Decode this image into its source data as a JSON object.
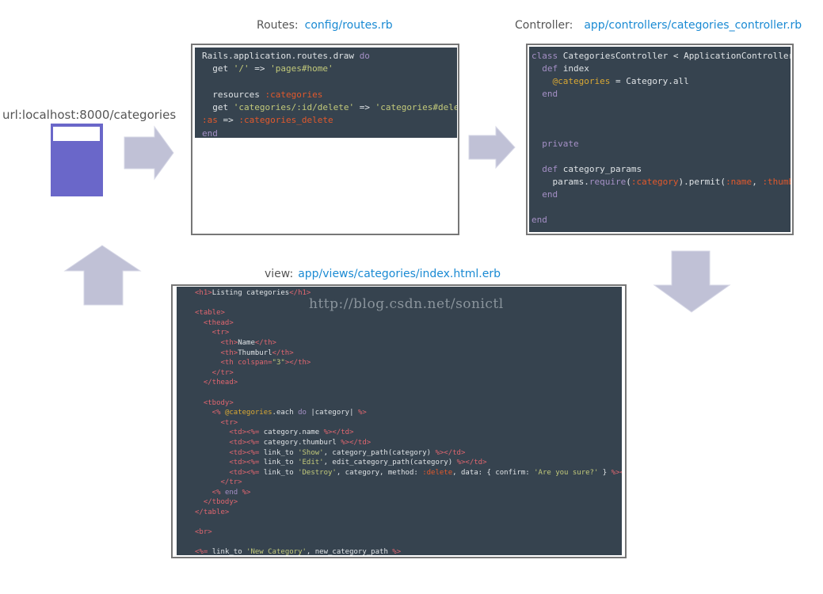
{
  "labels": {
    "url": "url:localhost:8000/categories",
    "routes_prefix": "Routes:",
    "routes_file": "config/routes.rb",
    "controller_prefix": "Controller:",
    "controller_file": "app/controllers/categories_controller.rb",
    "view_prefix": "view:",
    "view_file": "app/views/categories/index.html.erb"
  },
  "watermark": "http://blog.csdn.net/sonictl",
  "colors": {
    "page_icon": "#6a67c9",
    "arrow": "#c0c1d6",
    "code_bg": "#36434f",
    "link": "#1a8ad3"
  },
  "routes_code": [
    [
      [
        "Rails.application.routes.draw ",
        "p"
      ],
      [
        "do",
        "k"
      ]
    ],
    [
      [
        "  get ",
        "p"
      ],
      [
        "'/'",
        "s"
      ],
      [
        " => ",
        "p"
      ],
      [
        "'pages#home'",
        "s"
      ]
    ],
    [],
    [
      [
        "  resources ",
        "p"
      ],
      [
        ":categories",
        "y"
      ]
    ],
    [
      [
        "  get ",
        "p"
      ],
      [
        "'categories/:id/delete'",
        "s"
      ],
      [
        " => ",
        "p"
      ],
      [
        "'categories#delete'",
        "s"
      ],
      [
        ",",
        "p"
      ]
    ],
    [
      [
        ":as",
        "y"
      ],
      [
        " => ",
        "p"
      ],
      [
        ":categories_delete",
        "y"
      ]
    ],
    [
      [
        "end",
        "k"
      ]
    ]
  ],
  "controller_code": [
    [
      [
        "class ",
        "k"
      ],
      [
        "CategoriesController < ApplicationController",
        "p"
      ]
    ],
    [
      [
        "  def ",
        "k"
      ],
      [
        "index",
        "p"
      ]
    ],
    [
      [
        "    ",
        "p"
      ],
      [
        "@categories",
        "i"
      ],
      [
        " = Category.all",
        "p"
      ]
    ],
    [
      [
        "  end",
        "k"
      ]
    ],
    [],
    [],
    [],
    [
      [
        "  private",
        "k"
      ]
    ],
    [],
    [
      [
        "  def ",
        "k"
      ],
      [
        "category_params",
        "p"
      ]
    ],
    [
      [
        "    params.",
        "p"
      ],
      [
        "require",
        "k"
      ],
      [
        "(",
        "p"
      ],
      [
        ":category",
        "y"
      ],
      [
        ").permit(",
        "p"
      ],
      [
        ":name",
        "y"
      ],
      [
        ", ",
        "p"
      ],
      [
        ":thumburl",
        "y"
      ],
      [
        ")",
        "p"
      ]
    ],
    [
      [
        "  end",
        "k"
      ]
    ],
    [],
    [
      [
        "end",
        "k"
      ]
    ]
  ],
  "view_code": [
    [
      [
        "<h1>",
        "t"
      ],
      [
        "Listing categories",
        "p"
      ],
      [
        "</h1>",
        "t"
      ]
    ],
    [],
    [
      [
        "<table>",
        "t"
      ]
    ],
    [
      [
        "  <thead>",
        "t"
      ]
    ],
    [
      [
        "    <tr>",
        "t"
      ]
    ],
    [
      [
        "      <th>",
        "t"
      ],
      [
        "Name",
        "p"
      ],
      [
        "</th>",
        "t"
      ]
    ],
    [
      [
        "      <th>",
        "t"
      ],
      [
        "Thumburl",
        "p"
      ],
      [
        "</th>",
        "t"
      ]
    ],
    [
      [
        "      <th colspan=",
        "t"
      ],
      [
        "\"3\"",
        "s"
      ],
      [
        "></th>",
        "t"
      ]
    ],
    [
      [
        "    </tr>",
        "t"
      ]
    ],
    [
      [
        "  </thead>",
        "t"
      ]
    ],
    [],
    [
      [
        "  <tbody>",
        "t"
      ]
    ],
    [
      [
        "    <% ",
        "e"
      ],
      [
        "@categories",
        "i"
      ],
      [
        ".each ",
        "p"
      ],
      [
        "do",
        "k"
      ],
      [
        " |category| ",
        "p"
      ],
      [
        "%>",
        "e"
      ]
    ],
    [
      [
        "      <tr>",
        "t"
      ]
    ],
    [
      [
        "        <td><%= ",
        "t"
      ],
      [
        "category.name ",
        "p"
      ],
      [
        "%></td>",
        "t"
      ]
    ],
    [
      [
        "        <td><%= ",
        "t"
      ],
      [
        "category.thumburl ",
        "p"
      ],
      [
        "%></td>",
        "t"
      ]
    ],
    [
      [
        "        <td><%= ",
        "t"
      ],
      [
        "link_to ",
        "p"
      ],
      [
        "'Show'",
        "s"
      ],
      [
        ", category_path(category) ",
        "p"
      ],
      [
        "%></td>",
        "t"
      ]
    ],
    [
      [
        "        <td><%= ",
        "t"
      ],
      [
        "link_to ",
        "p"
      ],
      [
        "'Edit'",
        "s"
      ],
      [
        ", edit_category_path(category) ",
        "p"
      ],
      [
        "%></td>",
        "t"
      ]
    ],
    [
      [
        "        <td><%= ",
        "t"
      ],
      [
        "link_to ",
        "p"
      ],
      [
        "'Destroy'",
        "s"
      ],
      [
        ", category, method: ",
        "p"
      ],
      [
        ":delete",
        "y"
      ],
      [
        ", data: { confirm: ",
        "p"
      ],
      [
        "'Are you sure?'",
        "s"
      ],
      [
        " } ",
        "p"
      ],
      [
        "%></td>",
        "t"
      ]
    ],
    [
      [
        "      </tr>",
        "t"
      ]
    ],
    [
      [
        "    <% ",
        "e"
      ],
      [
        "end",
        "k"
      ],
      [
        " %>",
        "e"
      ]
    ],
    [
      [
        "  </tbody>",
        "t"
      ]
    ],
    [
      [
        "</table>",
        "t"
      ]
    ],
    [],
    [
      [
        "<br>",
        "t"
      ]
    ],
    [],
    [
      [
        "<%= ",
        "e"
      ],
      [
        "link_to ",
        "p"
      ],
      [
        "'New Category'",
        "s"
      ],
      [
        ", new_category_path ",
        "p"
      ],
      [
        "%>",
        "e"
      ]
    ]
  ]
}
